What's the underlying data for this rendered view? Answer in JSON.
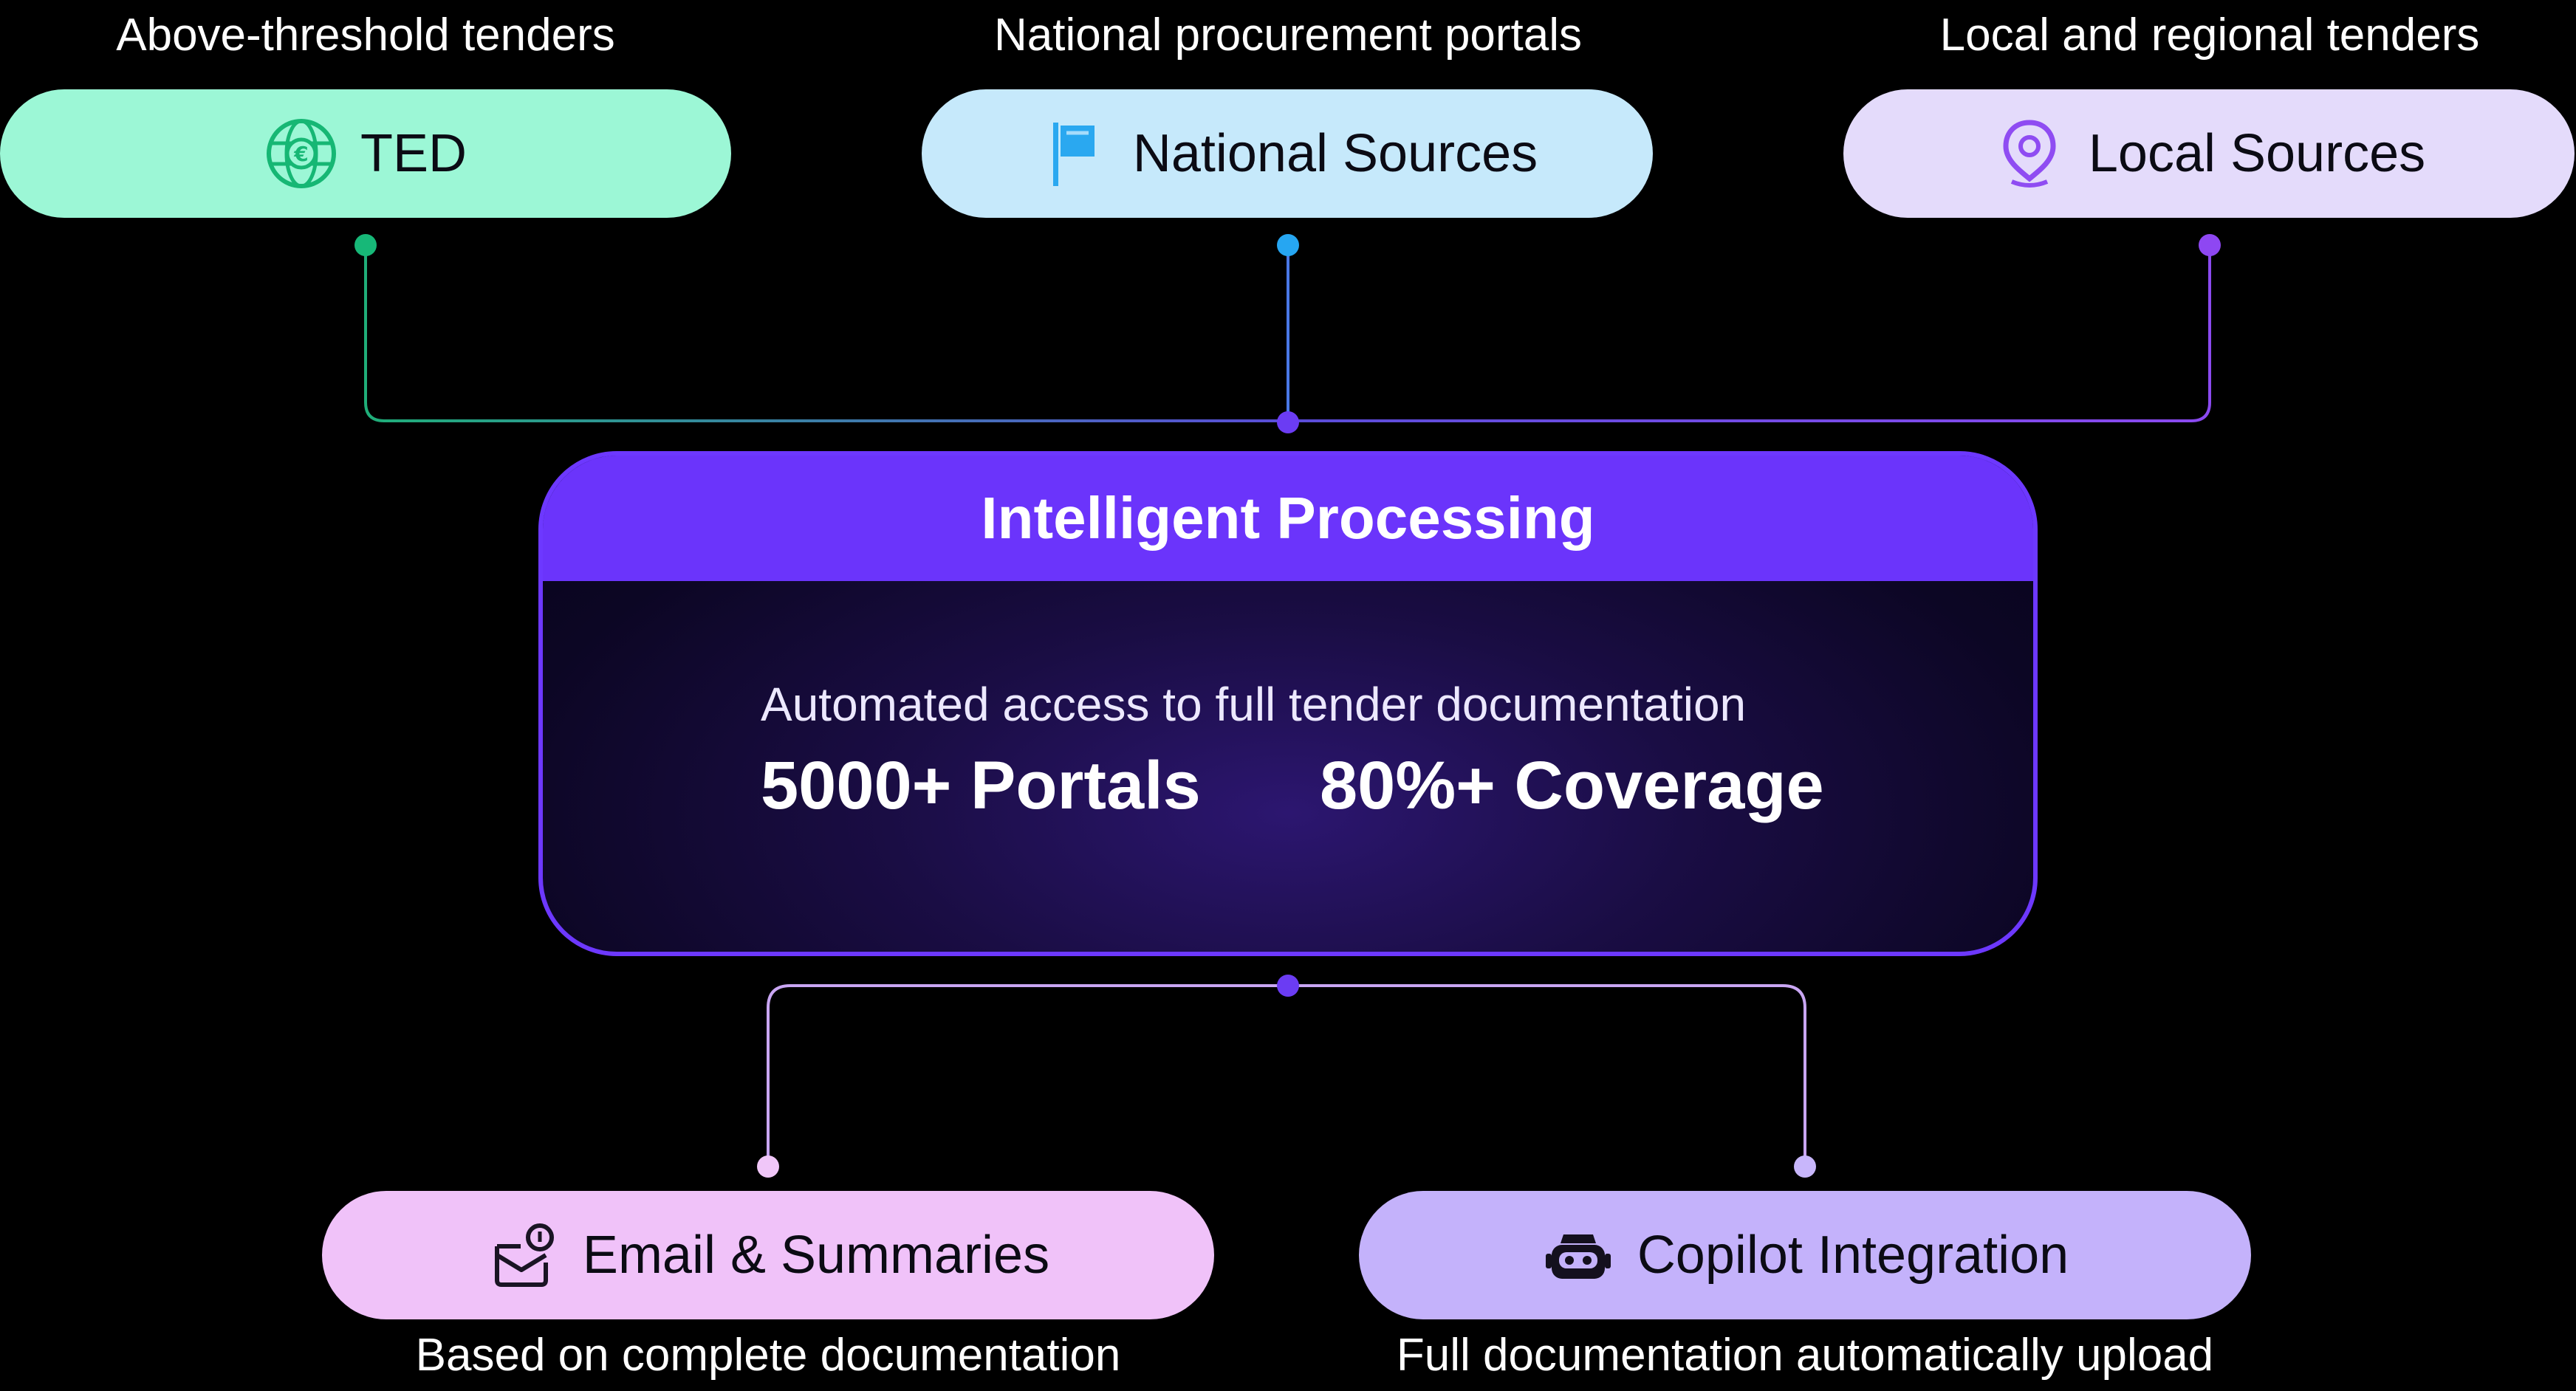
{
  "sources": {
    "ted": {
      "caption": "Above-threshold tenders",
      "label": "TED",
      "icon": "globe-euro-icon",
      "color": "#9cf7d6",
      "accent": "#19c27a"
    },
    "national": {
      "caption": "National procurement portals",
      "label": "National Sources",
      "icon": "flag-icon",
      "color": "#c6e9fb",
      "accent": "#2aa8f0"
    },
    "local": {
      "caption": "Local and regional tenders",
      "label": "Local Sources",
      "icon": "map-pin-icon",
      "color": "#e4dbfb",
      "accent": "#8f4cf2"
    }
  },
  "processing": {
    "title": "Intelligent Processing",
    "subtitle": "Automated access to full tender documentation",
    "stat_portals": "5000+ Portals",
    "stat_coverage": "80%+ Coverage",
    "color": "#6b34fb"
  },
  "outputs": {
    "email": {
      "label": "Email & Summaries",
      "caption": "Based on complete documentation",
      "icon": "mail-notification-icon",
      "color": "#f0c2f9"
    },
    "copilot": {
      "label": "Copilot Integration",
      "caption": "Full documentation automatically upload",
      "icon": "copilot-robot-icon",
      "color": "#c4b2fb"
    }
  }
}
